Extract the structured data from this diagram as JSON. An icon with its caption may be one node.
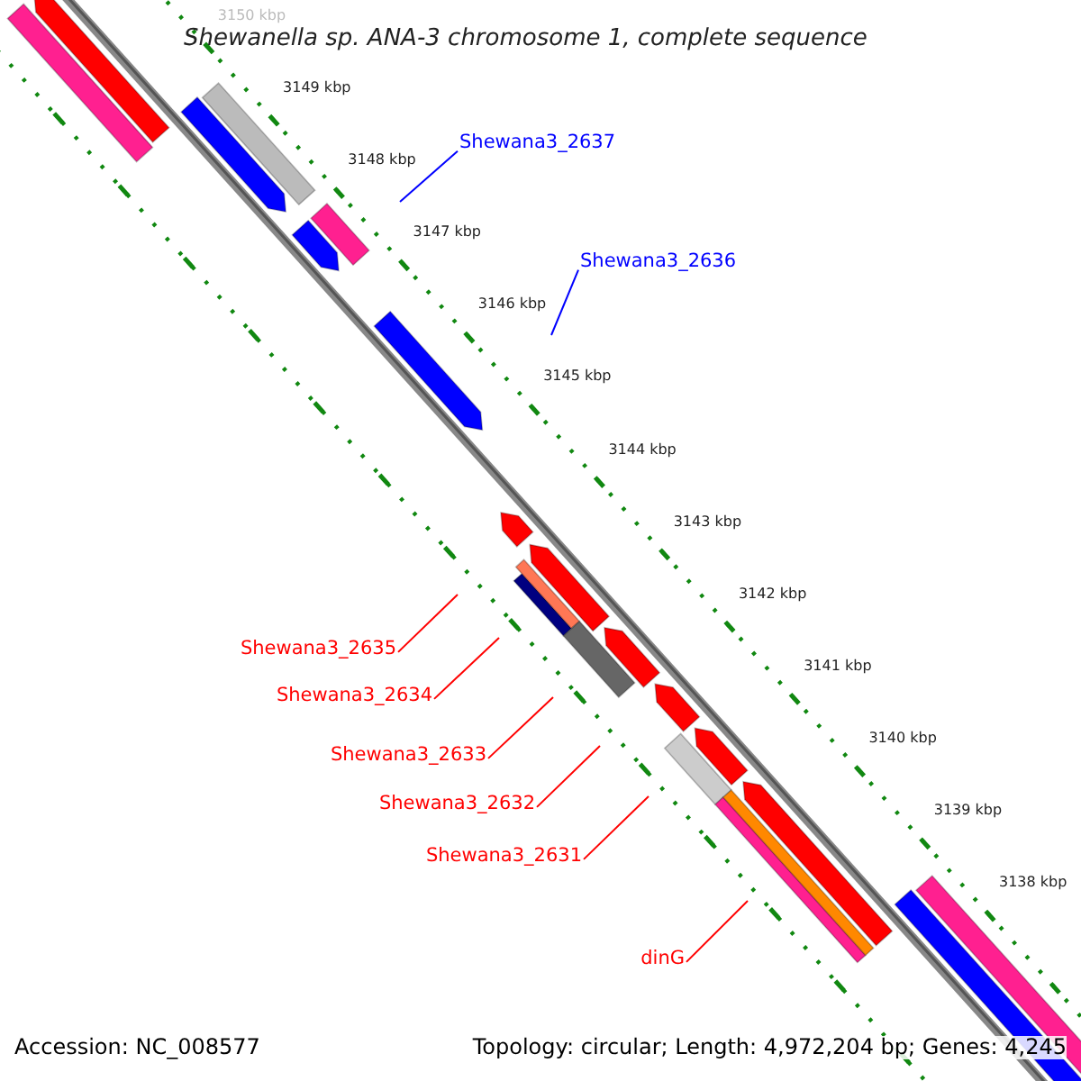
{
  "diagram": {
    "title": "Shewanella sp. ANA-3 chromosome 1, complete sequence",
    "nodes": [
      {
        "text": [
          "Shewana3_2637"
        ]
      },
      {
        "text": [
          "Shewana3_2636"
        ]
      },
      {
        "text": [
          "Shewana3_2635"
        ]
      },
      {
        "text": [
          "Shewana3_2634"
        ]
      },
      {
        "text": [
          "Shewana3_2633"
        ]
      },
      {
        "text": [
          "Shewana3_2632"
        ]
      },
      {
        "text": [
          "Shewana3_2631"
        ]
      },
      {
        "text": [
          "dinG"
        ]
      }
    ],
    "edges": [
      {
        "from": 0,
        "to": null,
        "arrow": "none",
        "color": "#0000ff"
      },
      {
        "from": 1,
        "to": null,
        "arrow": "none",
        "color": "#0000ff"
      },
      {
        "from": 2,
        "to": null,
        "arrow": "none"
      },
      {
        "from": 3,
        "to": null,
        "arrow": "none"
      },
      {
        "from": 4,
        "to": null,
        "arrow": "none"
      },
      {
        "from": 5,
        "to": null,
        "arrow": "none"
      },
      {
        "from": 6,
        "to": null,
        "arrow": "none"
      },
      {
        "from": 7,
        "to": null,
        "arrow": "none"
      }
    ],
    "labels": [
      "3150 kbp",
      "3149 kbp",
      "3148 kbp",
      "3147 kbp",
      "3146 kbp",
      "3145 kbp",
      "3144 kbp",
      "3143 kbp",
      "3142 kbp",
      "3141 kbp",
      "3140 kbp",
      "3139 kbp",
      "3138 kbp",
      "Accession: NC_008577",
      "Topology: circular; Length: 4,972,204 bp; Genes: 4,245"
    ]
  }
}
